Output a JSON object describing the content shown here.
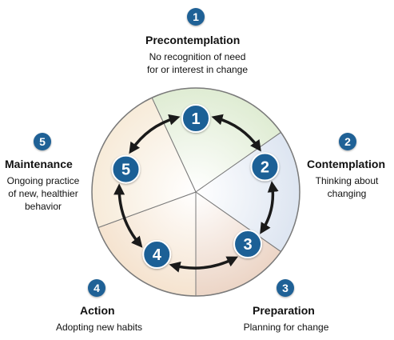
{
  "colors": {
    "badge": "#1f6196",
    "wheel_border": "#7a7a7a",
    "arrow": "#1a1a1a"
  },
  "stages": [
    {
      "number": "1",
      "title": "Precontemplation",
      "desc": [
        "No recognition of need",
        "for or interest in change"
      ],
      "color": "#dfecd3"
    },
    {
      "number": "2",
      "title": "Contemplation",
      "desc": [
        "Thinking about",
        "changing"
      ],
      "color": "#dde5f1"
    },
    {
      "number": "3",
      "title": "Preparation",
      "desc": [
        "Planning for change"
      ],
      "color": "#ecd5c6"
    },
    {
      "number": "4",
      "title": "Action",
      "desc": [
        "Adopting new habits"
      ],
      "color": "#f5e3cf"
    },
    {
      "number": "5",
      "title": "Maintenance",
      "desc": [
        "Ongoing practice",
        "of new, healthier",
        "behavior"
      ],
      "color": "#f7ebd9"
    }
  ]
}
